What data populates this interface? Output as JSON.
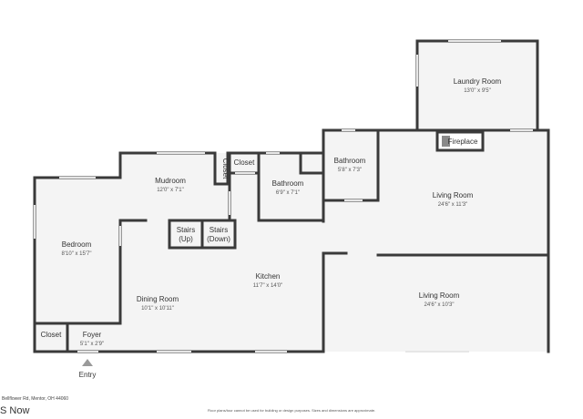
{
  "rooms": {
    "laundry": {
      "name": "Laundry Room",
      "dims": "13'0\" x 9'5\""
    },
    "living_upper": {
      "name": "Living Room",
      "dims": "24'6\" x 11'3\""
    },
    "living_lower": {
      "name": "Living Room",
      "dims": "24'6\" x 10'3\""
    },
    "bathroom_right": {
      "name": "Bathroom",
      "dims": "5'8\" x 7'3\""
    },
    "bathroom_mid": {
      "name": "Bathroom",
      "dims": "6'9\" x 7'1\""
    },
    "mudroom": {
      "name": "Mudroom",
      "dims": "12'0\" x 7'1\""
    },
    "bedroom": {
      "name": "Bedroom",
      "dims": "8'10\" x 15'7\""
    },
    "kitchen": {
      "name": "Kitchen",
      "dims": "11'7\" x 14'0\""
    },
    "dining": {
      "name": "Dining Room",
      "dims": "10'1\" x 10'11\""
    },
    "foyer": {
      "name": "Foyer",
      "dims": "5'1\" x 2'9\""
    }
  },
  "labels": {
    "fireplace": "Fireplace",
    "closet_mud": "Closet",
    "closet_top": "Closet",
    "closet_foyer": "Closet",
    "stairs_up_1": "Stairs",
    "stairs_up_2": "(Up)",
    "stairs_down_1": "Stairs",
    "stairs_down_2": "(Down)",
    "entry": "Entry"
  },
  "footer": {
    "address": "Bellflower Rd, Mentor, OH 44060",
    "disclaimer": "Floor plans/tour cannot be used for building or design purposes. Sizes and dimensions are approximate.",
    "brand": "S Now"
  },
  "colors": {
    "wall": "#3a3a3a",
    "floor": "#f4f4f4",
    "window": "#e6e6e6"
  }
}
